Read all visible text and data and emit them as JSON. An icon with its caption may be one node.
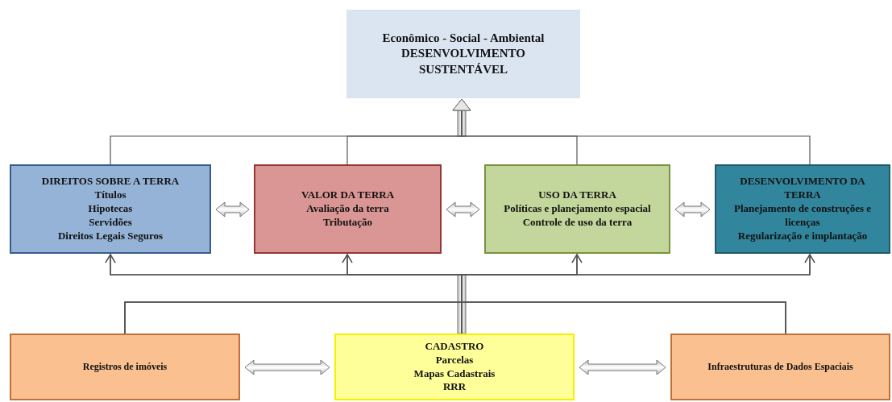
{
  "diagram": {
    "nodes": [
      {
        "text": [
          "Econômico  - Social - Ambiental",
          "DESENVOLVIMENTO SUSTENTÁVEL"
        ]
      },
      {
        "text": [
          "DIREITOS  SOBRE A TERRA",
          "Títulos",
          "Hipotecas",
          "Servidões",
          "Direitos Legais Seguros"
        ]
      },
      {
        "text": [
          "VALOR  DA TERRA",
          "Avaliação da terra",
          "Tributação"
        ]
      },
      {
        "text": [
          "USO DA TERRA",
          "Políticas e planejamento espacial",
          "Controle de uso da terra"
        ]
      },
      {
        "text": [
          "DESENVOLVIMENTO DA TERRA",
          "Planejamento de construções e licenças",
          "Regularização e implantação"
        ]
      },
      {
        "text": [
          "Registros de imóveis"
        ]
      },
      {
        "text": [
          "CADASTRO",
          "Parcelas",
          "Mapas Cadastrais",
          "RRR"
        ]
      },
      {
        "text": [
          "Infraestruturas  de Dados Espaciais"
        ]
      }
    ],
    "edges": [
      {
        "from": 1,
        "to": 0,
        "arrow": "to"
      },
      {
        "from": 2,
        "to": 0,
        "arrow": "to"
      },
      {
        "from": 3,
        "to": 0,
        "arrow": "to"
      },
      {
        "from": 4,
        "to": 0,
        "arrow": "to"
      },
      {
        "from": 1,
        "to": 2,
        "arrow": "both"
      },
      {
        "from": 2,
        "to": 3,
        "arrow": "both"
      },
      {
        "from": 3,
        "to": 4,
        "arrow": "both"
      },
      {
        "from": 5,
        "to": 6,
        "arrow": "both"
      },
      {
        "from": 6,
        "to": 7,
        "arrow": "both"
      },
      {
        "from": 6,
        "to": 1,
        "arrow": "to"
      },
      {
        "from": 6,
        "to": 2,
        "arrow": "to"
      },
      {
        "from": 6,
        "to": 3,
        "arrow": "to"
      },
      {
        "from": 6,
        "to": 4,
        "arrow": "to"
      },
      {
        "from": 5,
        "to": 1,
        "arrow": "to"
      },
      {
        "from": 5,
        "to": 2,
        "arrow": "to"
      },
      {
        "from": 5,
        "to": 3,
        "arrow": "to"
      },
      {
        "from": 5,
        "to": 4,
        "arrow": "to"
      },
      {
        "from": 7,
        "to": 1,
        "arrow": "to"
      },
      {
        "from": 7,
        "to": 2,
        "arrow": "to"
      },
      {
        "from": 7,
        "to": 3,
        "arrow": "to"
      },
      {
        "from": 7,
        "to": 4,
        "arrow": "to"
      }
    ]
  }
}
